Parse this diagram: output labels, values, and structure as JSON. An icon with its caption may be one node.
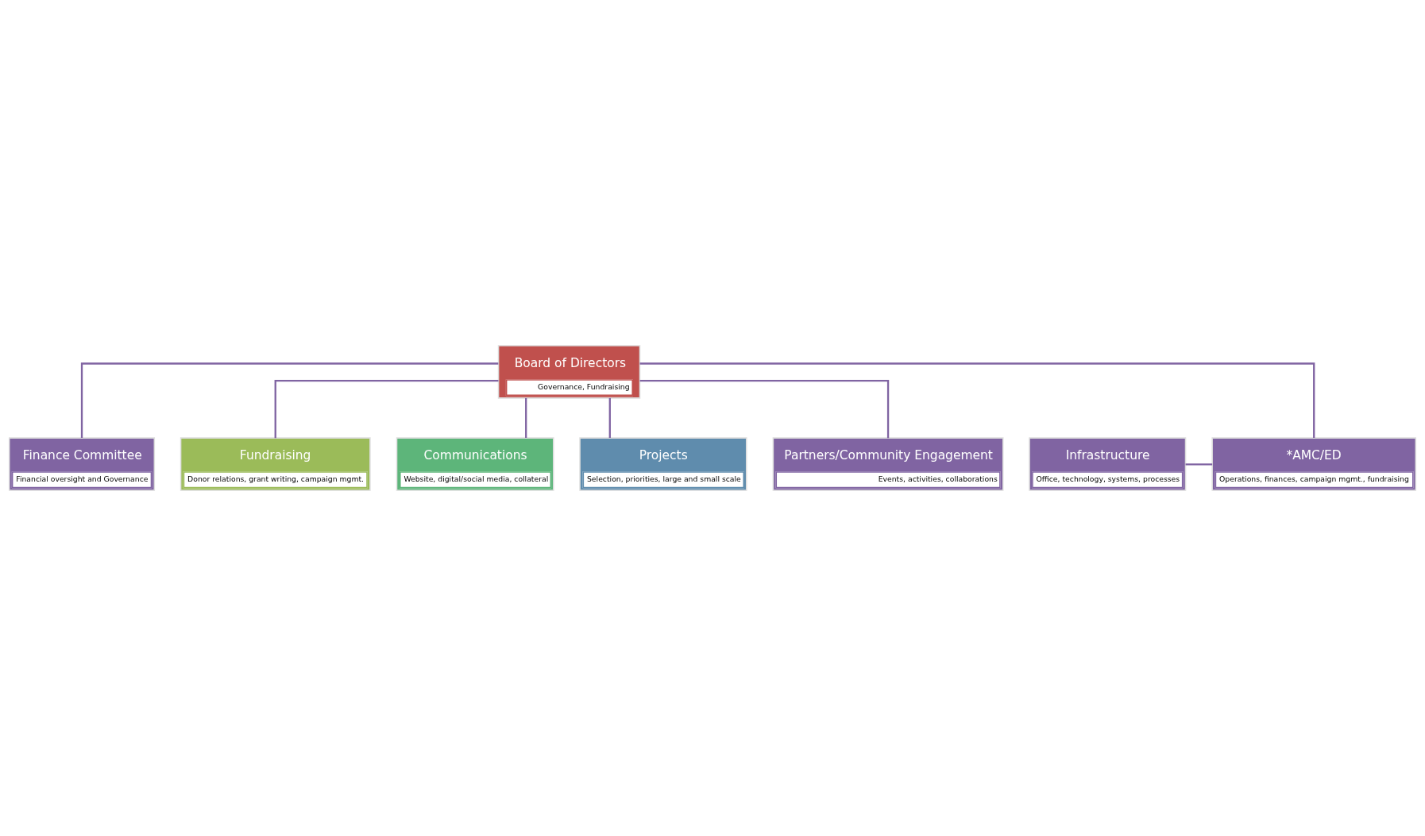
{
  "diagram": {
    "nodes": [
      {
        "text": [
          "Board of Directors",
          "Governance, Fundraising"
        ]
      },
      {
        "text": [
          "Infrastructure",
          "Office, technology, systems, processes"
        ]
      },
      {
        "text": [
          "*AMC/ED",
          "Operations, finances, campaign mgmt., fundraising"
        ]
      },
      {
        "text": [
          "Finance Committee",
          "Financial oversight and Governance"
        ]
      },
      {
        "text": [
          "Fundraising",
          "Donor relations, grant writing, campaign mgmt."
        ]
      },
      {
        "text": [
          "Communications",
          "Website, digital/social media, collateral"
        ]
      },
      {
        "text": [
          "Projects",
          "Selection, priorities, large and small scale"
        ]
      },
      {
        "text": [
          "Partners/Community Engagement",
          "Events, activities, collaborations"
        ]
      }
    ],
    "edges": [
      {
        "from": 0,
        "to": 3,
        "arrow": "none"
      },
      {
        "from": 0,
        "to": 2,
        "arrow": "none"
      },
      {
        "from": 1,
        "to": 2,
        "arrow": "none"
      },
      {
        "from": 0,
        "to": 4,
        "arrow": "none"
      },
      {
        "from": 0,
        "to": 5,
        "arrow": "none"
      },
      {
        "from": 0,
        "to": 6,
        "arrow": "none"
      },
      {
        "from": 0,
        "to": 7,
        "arrow": "none"
      }
    ]
  }
}
